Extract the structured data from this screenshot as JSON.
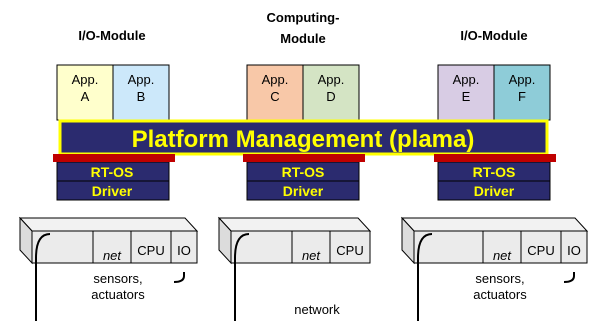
{
  "modules": [
    {
      "title_lines": [
        "I/O-Module"
      ],
      "apps": [
        {
          "lines": [
            "App.",
            "A"
          ],
          "color": "#FFFFCC"
        },
        {
          "lines": [
            "App.",
            "B"
          ],
          "color": "#CCE8FA"
        }
      ],
      "rtos_label": "RT-OS",
      "driver_label": "Driver",
      "box_labels": [
        "net",
        "CPU",
        "IO"
      ],
      "io_note_lines": [
        "sensors,",
        "actuators"
      ]
    },
    {
      "title_lines": [
        "Computing-",
        "Module"
      ],
      "apps": [
        {
          "lines": [
            "App.",
            "C"
          ],
          "color": "#F8C8A8"
        },
        {
          "lines": [
            "App.",
            "D"
          ],
          "color": "#D4E4C4"
        }
      ],
      "rtos_label": "RT-OS",
      "driver_label": "Driver",
      "box_labels": [
        "net",
        "CPU"
      ],
      "io_note_lines": []
    },
    {
      "title_lines": [
        "I/O-Module"
      ],
      "apps": [
        {
          "lines": [
            "App.",
            "E"
          ],
          "color": "#D8CCE4"
        },
        {
          "lines": [
            "App.",
            "F"
          ],
          "color": "#8ECCD8"
        }
      ],
      "rtos_label": "RT-OS",
      "driver_label": "Driver",
      "box_labels": [
        "net",
        "CPU",
        "IO"
      ],
      "io_note_lines": [
        "sensors,",
        "actuators"
      ]
    }
  ],
  "platform_label": "Platform Management (plama)",
  "network_label": "network",
  "colors": {
    "platform_fill": "#2B2B6F",
    "platform_border": "#FFFF00",
    "platform_text": "#FFFF00",
    "os_fill": "#2B2B6F",
    "os_text": "#FFFF00",
    "red_bar": "#C00000",
    "box_fill": "#EBEBEB"
  }
}
